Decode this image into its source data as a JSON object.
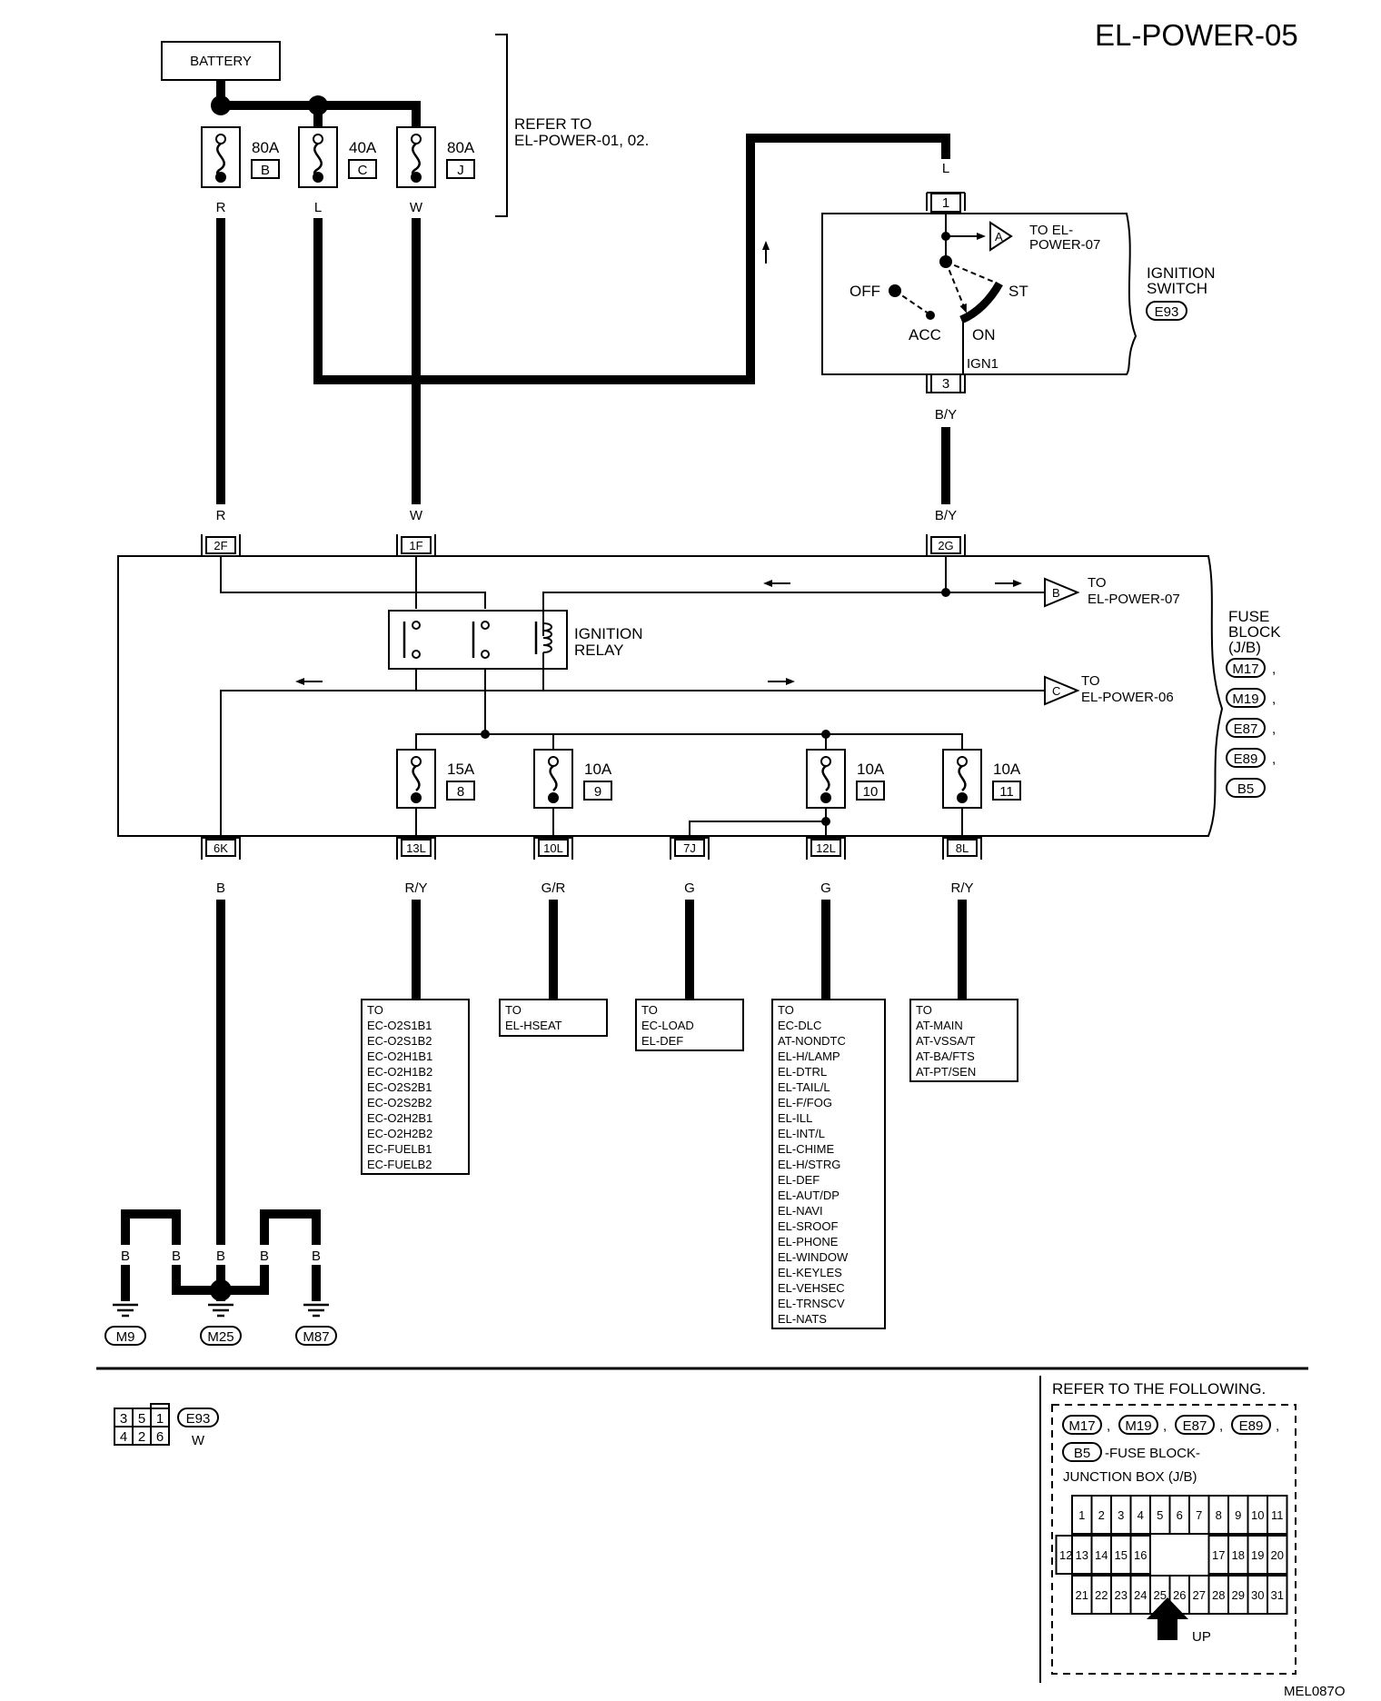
{
  "page_code": "EL-POWER-05",
  "figure_code": "MEL087O",
  "battery_label": "BATTERY",
  "refer_note": [
    "REFER TO",
    "EL-POWER-01, 02."
  ],
  "fusible_links": [
    {
      "rating": "80A",
      "code": "B",
      "wire": "R"
    },
    {
      "rating": "40A",
      "code": "C",
      "wire": "L"
    },
    {
      "rating": "80A",
      "code": "J",
      "wire": "W"
    }
  ],
  "ignition_switch": {
    "name": [
      "IGNITION",
      "SWITCH"
    ],
    "connector": "E93",
    "terminal_in": "1",
    "terminal_out": "3",
    "wire_in": "L",
    "wire_out": "B/Y",
    "positions": [
      "OFF",
      "ACC",
      "ON",
      "ST"
    ],
    "ign_label": "IGN1",
    "to_a": {
      "letter": "A",
      "text": [
        "TO EL-",
        "POWER-07"
      ]
    }
  },
  "fuse_block": {
    "name": [
      "FUSE",
      "BLOCK",
      "(J/B)"
    ],
    "connectors": [
      "M17",
      "M19",
      "E87",
      "E89",
      "B5"
    ],
    "relay_label": [
      "IGNITION",
      "RELAY"
    ],
    "to_b": {
      "letter": "B",
      "text": [
        "TO",
        "EL-POWER-07"
      ]
    },
    "to_c": {
      "letter": "C",
      "text": [
        "TO",
        "EL-POWER-06"
      ]
    },
    "top_terminals": [
      {
        "id": "2F",
        "wire": "R"
      },
      {
        "id": "1F",
        "wire": "W"
      },
      {
        "id": "2G",
        "wire": "B/Y"
      }
    ],
    "fuses": [
      {
        "rating": "15A",
        "num": "8"
      },
      {
        "rating": "10A",
        "num": "9"
      },
      {
        "rating": "10A",
        "num": "10"
      },
      {
        "rating": "10A",
        "num": "11"
      }
    ],
    "bottom_terminals": [
      {
        "id": "6K",
        "wire": "B"
      },
      {
        "id": "13L",
        "wire": "R/Y"
      },
      {
        "id": "10L",
        "wire": "G/R"
      },
      {
        "id": "7J",
        "wire": "G"
      },
      {
        "id": "12L",
        "wire": "G"
      },
      {
        "id": "8L",
        "wire": "R/Y"
      }
    ]
  },
  "destinations": [
    [
      "TO",
      "EC-O2S1B1",
      "EC-O2S1B2",
      "EC-O2H1B1",
      "EC-O2H1B2",
      "EC-O2S2B1",
      "EC-O2S2B2",
      "EC-O2H2B1",
      "EC-O2H2B2",
      "EC-FUELB1",
      "EC-FUELB2"
    ],
    [
      "TO",
      "EL-HSEAT"
    ],
    [
      "TO",
      "EC-LOAD",
      "EL-DEF"
    ],
    [
      "TO",
      "EC-DLC",
      "AT-NONDTC",
      "EL-H/LAMP",
      "EL-DTRL",
      "EL-TAIL/L",
      "EL-F/FOG",
      "EL-ILL",
      "EL-INT/L",
      "EL-CHIME",
      "EL-H/STRG",
      "EL-DEF",
      "EL-AUT/DP",
      "EL-NAVI",
      "EL-SROOF",
      "EL-PHONE",
      "EL-WINDOW",
      "EL-KEYLES",
      "EL-VEHSEC",
      "EL-TRNSCV",
      "EL-NATS"
    ],
    [
      "TO",
      "AT-MAIN",
      "AT-VSSA/T",
      "AT-BA/FTS",
      "AT-PT/SEN"
    ]
  ],
  "grounds": {
    "wires": [
      "B",
      "B",
      "B",
      "B",
      "B"
    ],
    "labels": [
      "M9",
      "M25",
      "M87"
    ]
  },
  "connector_e93": {
    "cells": [
      "3",
      "5",
      "1",
      "4",
      "2",
      "6"
    ],
    "id": "E93",
    "color": "W"
  },
  "reference_panel": {
    "title": "REFER TO THE FOLLOWING.",
    "connectors": [
      "M17",
      "M19",
      "E87",
      "E89",
      "B5"
    ],
    "caption": [
      "-FUSE BLOCK-",
      "JUNCTION BOX (J/B)"
    ],
    "row1": [
      "1",
      "2",
      "3",
      "4",
      "5",
      "6",
      "7",
      "8",
      "9",
      "10",
      "11"
    ],
    "row2": [
      "12",
      "13",
      "14",
      "15",
      "16",
      "17",
      "18",
      "19",
      "20"
    ],
    "row3": [
      "21",
      "22",
      "23",
      "24",
      "25",
      "26",
      "27",
      "28",
      "29",
      "30",
      "31"
    ],
    "up_label": "UP"
  }
}
